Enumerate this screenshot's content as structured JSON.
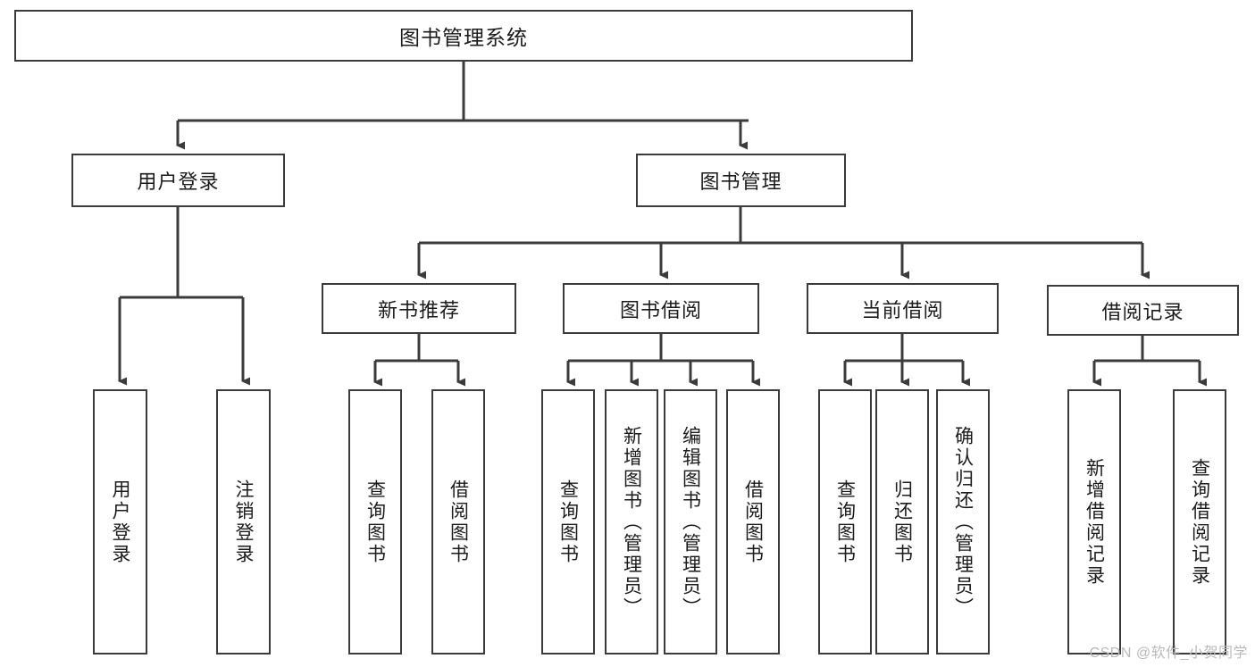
{
  "diagram": {
    "title_label": "图书管理系统",
    "watermark": "CSDN @软件_小贺同学",
    "stroke_color": "#3b3b3b",
    "background_color": "#ffffff",
    "text_color": "#1b1b1b",
    "watermark_color": "#b9b9b9"
  },
  "nodes": {
    "root": {
      "label": "图书管理系统"
    },
    "level2": [
      {
        "id": "user-login",
        "label": "用户登录"
      },
      {
        "id": "book-manage",
        "label": "图书管理"
      }
    ],
    "level3": [
      {
        "id": "new-book-recommend",
        "label": "新书推荐"
      },
      {
        "id": "book-borrow",
        "label": "图书借阅"
      },
      {
        "id": "current-borrow",
        "label": "当前借阅"
      },
      {
        "id": "borrow-record",
        "label": "借阅记录"
      }
    ],
    "leaves": {
      "user_login": [
        {
          "id": "leaf-user-login",
          "label": "用户登录"
        },
        {
          "id": "leaf-logout-login",
          "label": "注销登录"
        }
      ],
      "new_book_recommend": [
        {
          "id": "leaf-query-book-1",
          "label": "查询图书"
        },
        {
          "id": "leaf-borrow-book-1",
          "label": "借阅图书"
        }
      ],
      "book_borrow": [
        {
          "id": "leaf-query-book-2",
          "label": "查询图书"
        },
        {
          "id": "leaf-add-book",
          "label": "新增图书（管理员）"
        },
        {
          "id": "leaf-edit-book",
          "label": "编辑图书（管理员）"
        },
        {
          "id": "leaf-borrow-book-2",
          "label": "借阅图书"
        }
      ],
      "current_borrow": [
        {
          "id": "leaf-query-book-3",
          "label": "查询图书"
        },
        {
          "id": "leaf-return-book",
          "label": "归还图书"
        },
        {
          "id": "leaf-confirm-return",
          "label": "确认归还（管理员）"
        }
      ],
      "borrow_record": [
        {
          "id": "leaf-add-record",
          "label": "新增借阅记录"
        },
        {
          "id": "leaf-query-record",
          "label": "查询借阅记录"
        }
      ]
    }
  }
}
